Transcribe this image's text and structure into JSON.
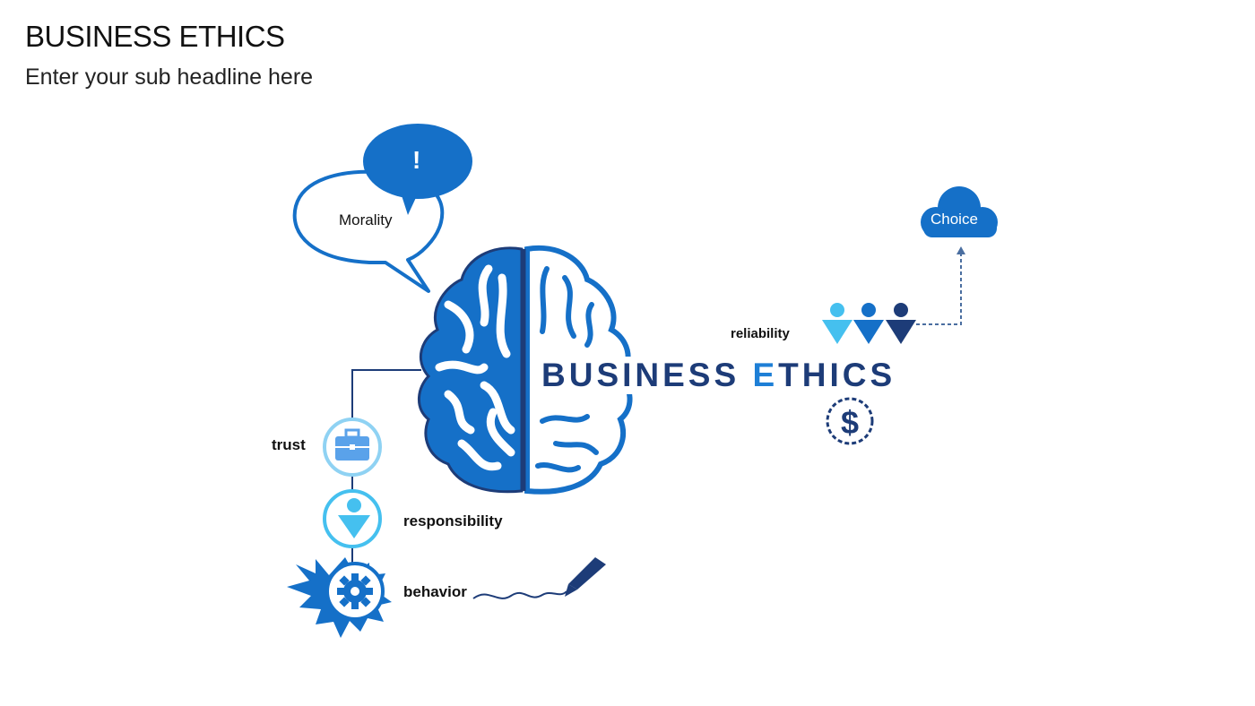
{
  "header": {
    "title": "BUSINESS ETHICS",
    "subtitle": "Enter your sub headline here"
  },
  "diagram": {
    "center_title_first": "BUSINESS ",
    "center_title_accent": "E",
    "center_title_rest": "THICS",
    "speech_bubble": {
      "label": "Morality",
      "exclamation": "!"
    },
    "cloud": {
      "label": "Choice"
    },
    "left_items": [
      {
        "label": "trust",
        "icon": "briefcase-icon"
      },
      {
        "label": "responsibility",
        "icon": "person-icon"
      },
      {
        "label": "behavior",
        "icon": "gear-icon"
      }
    ],
    "right_items": {
      "reliability": "reliability",
      "dollar_icon": "dollar-icon",
      "people_icon": "people-group-icon"
    }
  },
  "colors": {
    "primary": "#1570c8",
    "dark": "#1d3c78",
    "light": "#45c0ef",
    "accent": "#1e7fd6"
  }
}
